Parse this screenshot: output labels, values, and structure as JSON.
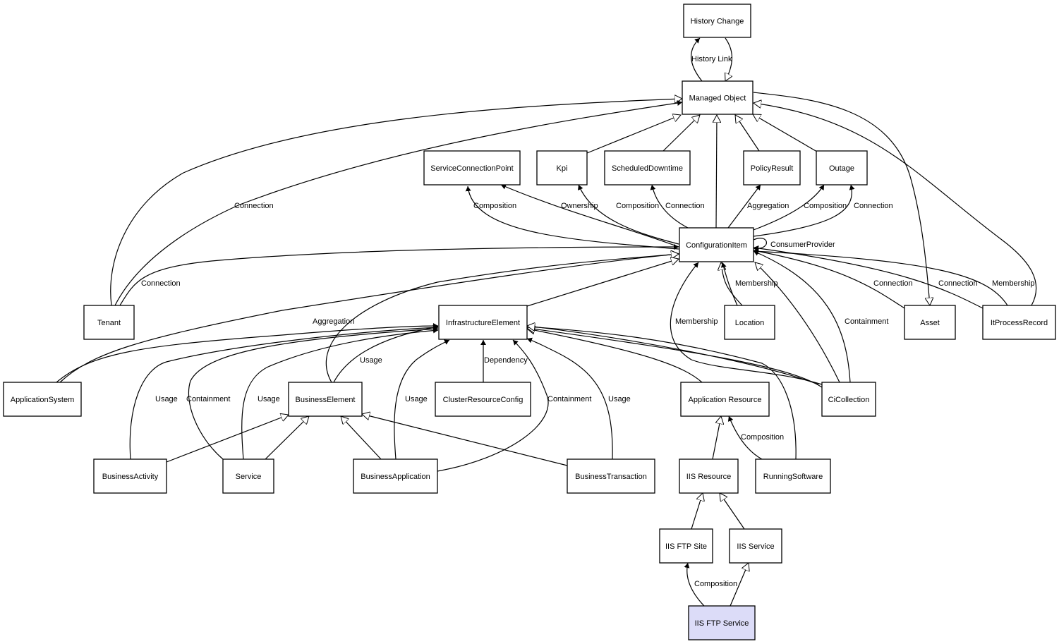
{
  "diagram": {
    "nodes": [
      {
        "id": "history_change",
        "label": "History Change"
      },
      {
        "id": "managed_object",
        "label": "Managed Object"
      },
      {
        "id": "service_connection_point",
        "label": "ServiceConnectionPoint"
      },
      {
        "id": "kpi",
        "label": "Kpi"
      },
      {
        "id": "scheduled_downtime",
        "label": "ScheduledDowntime"
      },
      {
        "id": "policy_result",
        "label": "PolicyResult"
      },
      {
        "id": "outage",
        "label": "Outage"
      },
      {
        "id": "configuration_item",
        "label": "ConfigurationItem"
      },
      {
        "id": "tenant",
        "label": "Tenant"
      },
      {
        "id": "infrastructure_element",
        "label": "InfrastructureElement"
      },
      {
        "id": "location",
        "label": "Location"
      },
      {
        "id": "asset",
        "label": "Asset"
      },
      {
        "id": "it_process_record",
        "label": "ItProcessRecord"
      },
      {
        "id": "application_system",
        "label": "ApplicationSystem"
      },
      {
        "id": "business_element",
        "label": "BusinessElement"
      },
      {
        "id": "cluster_resource_config",
        "label": "ClusterResourceConfig"
      },
      {
        "id": "application_resource",
        "label": "Application Resource"
      },
      {
        "id": "ci_collection",
        "label": "CiCollection"
      },
      {
        "id": "business_activity",
        "label": "BusinessActivity"
      },
      {
        "id": "service",
        "label": "Service"
      },
      {
        "id": "business_application",
        "label": "BusinessApplication"
      },
      {
        "id": "business_transaction",
        "label": "BusinessTransaction"
      },
      {
        "id": "iis_resource",
        "label": "IIS Resource"
      },
      {
        "id": "running_software",
        "label": "RunningSoftware"
      },
      {
        "id": "iis_ftp_site",
        "label": "IIS FTP Site"
      },
      {
        "id": "iis_service",
        "label": "IIS Service"
      },
      {
        "id": "iis_ftp_service",
        "label": "IIS FTP Service",
        "highlighted": true
      }
    ],
    "edges": [
      {
        "from": "managed_object",
        "to": "history_change",
        "type": "association",
        "label": "History Link"
      },
      {
        "from": "history_change",
        "to": "managed_object",
        "type": "inheritance",
        "label": ""
      },
      {
        "from": "kpi",
        "to": "managed_object",
        "type": "inheritance",
        "label": ""
      },
      {
        "from": "scheduled_downtime",
        "to": "managed_object",
        "type": "inheritance",
        "label": ""
      },
      {
        "from": "policy_result",
        "to": "managed_object",
        "type": "inheritance",
        "label": ""
      },
      {
        "from": "outage",
        "to": "managed_object",
        "type": "inheritance",
        "label": ""
      },
      {
        "from": "configuration_item",
        "to": "managed_object",
        "type": "inheritance",
        "label": ""
      },
      {
        "from": "tenant",
        "to": "managed_object",
        "type": "inheritance",
        "label": ""
      },
      {
        "from": "tenant",
        "to": "managed_object",
        "type": "association",
        "label": "Connection"
      },
      {
        "from": "asset",
        "to": "managed_object",
        "type": "inheritance",
        "label": ""
      },
      {
        "from": "it_process_record",
        "to": "managed_object",
        "type": "inheritance",
        "label": ""
      },
      {
        "from": "configuration_item",
        "to": "service_connection_point",
        "type": "association",
        "label": "Composition"
      },
      {
        "from": "configuration_item",
        "to": "service_connection_point",
        "type": "association",
        "label": "Ownership"
      },
      {
        "from": "configuration_item",
        "to": "kpi",
        "type": "association",
        "label": "Composition"
      },
      {
        "from": "configuration_item",
        "to": "scheduled_downtime",
        "type": "association",
        "label": "Connection"
      },
      {
        "from": "configuration_item",
        "to": "policy_result",
        "type": "association",
        "label": "Aggregation"
      },
      {
        "from": "configuration_item",
        "to": "outage",
        "type": "association",
        "label": "Composition"
      },
      {
        "from": "configuration_item",
        "to": "outage",
        "type": "association",
        "label": "Connection"
      },
      {
        "from": "configuration_item",
        "to": "configuration_item",
        "type": "association",
        "label": "ConsumerProvider"
      },
      {
        "from": "tenant",
        "to": "configuration_item",
        "type": "association",
        "label": "Connection"
      },
      {
        "from": "application_system",
        "to": "configuration_item",
        "type": "inheritance",
        "label": ""
      },
      {
        "from": "business_element",
        "to": "configuration_item",
        "type": "inheritance",
        "label": ""
      },
      {
        "from": "infrastructure_element",
        "to": "configuration_item",
        "type": "inheritance",
        "label": ""
      },
      {
        "from": "location",
        "to": "configuration_item",
        "type": "inheritance",
        "label": ""
      },
      {
        "from": "location",
        "to": "configuration_item",
        "type": "association",
        "label": "Membership"
      },
      {
        "from": "ci_collection",
        "to": "configuration_item",
        "type": "association",
        "label": "Membership"
      },
      {
        "from": "ci_collection",
        "to": "configuration_item",
        "type": "inheritance",
        "label": ""
      },
      {
        "from": "ci_collection",
        "to": "configuration_item",
        "type": "association",
        "label": "Containment"
      },
      {
        "from": "asset",
        "to": "configuration_item",
        "type": "association",
        "label": "Connection"
      },
      {
        "from": "it_process_record",
        "to": "configuration_item",
        "type": "association",
        "label": "Connection"
      },
      {
        "from": "it_process_record",
        "to": "configuration_item",
        "type": "association",
        "label": "Membership"
      },
      {
        "from": "application_system",
        "to": "infrastructure_element",
        "type": "association",
        "label": "Aggregation"
      },
      {
        "from": "business_element",
        "to": "infrastructure_element",
        "type": "association",
        "label": "Usage"
      },
      {
        "from": "business_activity",
        "to": "infrastructure_element",
        "type": "association",
        "label": "Usage"
      },
      {
        "from": "service",
        "to": "infrastructure_element",
        "type": "association",
        "label": "Containment"
      },
      {
        "from": "service",
        "to": "infrastructure_element",
        "type": "association",
        "label": "Usage"
      },
      {
        "from": "business_application",
        "to": "infrastructure_element",
        "type": "association",
        "label": "Usage"
      },
      {
        "from": "cluster_resource_config",
        "to": "infrastructure_element",
        "type": "association",
        "label": "Dependency"
      },
      {
        "from": "business_application",
        "to": "infrastructure_element",
        "type": "association",
        "label": "Containment"
      },
      {
        "from": "business_transaction",
        "to": "infrastructure_element",
        "type": "association",
        "label": "Usage"
      },
      {
        "from": "application_resource",
        "to": "infrastructure_element",
        "type": "inheritance",
        "label": ""
      },
      {
        "from": "ci_collection",
        "to": "infrastructure_element",
        "type": "association",
        "label": "Usage"
      },
      {
        "from": "running_software",
        "to": "infrastructure_element",
        "type": "inheritance",
        "label": ""
      },
      {
        "from": "ci_collection",
        "to": "infrastructure_element",
        "type": "inheritance",
        "label": ""
      },
      {
        "from": "business_activity",
        "to": "business_element",
        "type": "inheritance",
        "label": ""
      },
      {
        "from": "service",
        "to": "business_element",
        "type": "inheritance",
        "label": ""
      },
      {
        "from": "business_application",
        "to": "business_element",
        "type": "inheritance",
        "label": ""
      },
      {
        "from": "business_transaction",
        "to": "business_element",
        "type": "inheritance",
        "label": ""
      },
      {
        "from": "iis_resource",
        "to": "application_resource",
        "type": "inheritance",
        "label": ""
      },
      {
        "from": "running_software",
        "to": "application_resource",
        "type": "association",
        "label": "Composition"
      },
      {
        "from": "iis_ftp_site",
        "to": "iis_resource",
        "type": "inheritance",
        "label": ""
      },
      {
        "from": "iis_service",
        "to": "iis_resource",
        "type": "inheritance",
        "label": ""
      },
      {
        "from": "iis_ftp_service",
        "to": "iis_ftp_site",
        "type": "association",
        "label": "Composition"
      },
      {
        "from": "iis_ftp_service",
        "to": "iis_service",
        "type": "inheritance",
        "label": ""
      }
    ],
    "colors": {
      "highlight_fill": "#dcdcf8",
      "stroke": "#000000",
      "background": "#ffffff"
    }
  }
}
